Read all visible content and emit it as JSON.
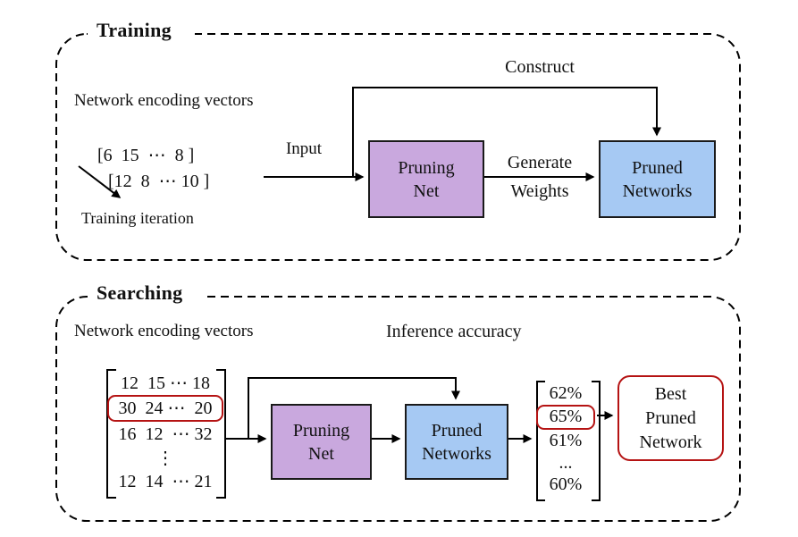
{
  "figure": {
    "colors": {
      "pruning_net_fill": "#C9A8DE",
      "pruned_networks_fill": "#A6C9F3",
      "highlight_red": "#B51313",
      "line_black": "#000000"
    },
    "training": {
      "title": "Training",
      "encoding_label": "Network encoding vectors",
      "vector_row1": "[6  15  ⋯  8 ]",
      "vector_row2": "[12  8  ⋯ 10 ]",
      "iteration_label": "Training iteration",
      "input_label": "Input",
      "construct_label": "Construct",
      "generate_line1": "Generate",
      "generate_line2": "Weights",
      "pruning_net_line1": "Pruning",
      "pruning_net_line2": "Net",
      "pruned_networks_line1": "Pruned",
      "pruned_networks_line2": "Networks"
    },
    "searching": {
      "title": "Searching",
      "encoding_label": "Network encoding vectors",
      "accuracy_label": "Inference accuracy",
      "matrix_rows": [
        "12  15 ⋯ 18",
        "30  24 ⋯  20",
        "16  12  ⋯ 32",
        "⋮",
        "12  14  ⋯ 21"
      ],
      "pruning_net_line1": "Pruning",
      "pruning_net_line2": "Net",
      "pruned_networks_line1": "Pruned",
      "pruned_networks_line2": "Networks",
      "accuracy_values": [
        "62%",
        "65%",
        "61%",
        "...",
        "60%"
      ],
      "best_line1": "Best",
      "best_line2": "Pruned",
      "best_line3": "Network"
    }
  }
}
